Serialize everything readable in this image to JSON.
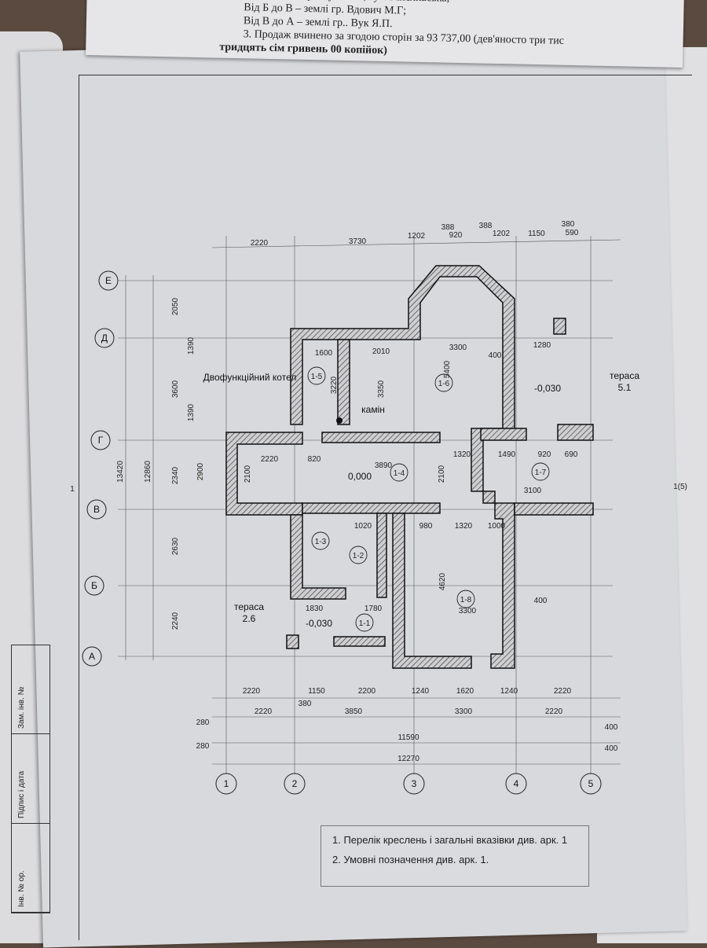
{
  "document_top": {
    "line1": "загального користування , вул. Мисливська;",
    "line2": "Від Б до В – землі гр. Вдович М.Г;",
    "line3": "Від В до А – землі гр.. Вук Я.П.",
    "line4": "3. Продаж вчинено за згодою сторін за 93 737,00 (дев'яносто три тис",
    "line5": "тридцять сім гривень 00 копійок)"
  },
  "plan": {
    "grid_letters": [
      "Е",
      "Д",
      "Г",
      "В",
      "Б",
      "А"
    ],
    "grid_numbers": [
      "1",
      "2",
      "3",
      "4",
      "5"
    ],
    "top_dims": [
      "2220",
      "3730",
      "1202",
      "388",
      "920",
      "388",
      "1202",
      "1150",
      "380",
      "590"
    ],
    "bottom_row1": [
      "2220",
      "1150",
      "2200",
      "1240",
      "1620",
      "1240",
      "2220"
    ],
    "bottom_row2": [
      "280",
      "2220",
      "380",
      "3850",
      "3300",
      "2220",
      "400"
    ],
    "bottom_totals": [
      "11590",
      "12270",
      "280",
      "400"
    ],
    "left_dims": [
      "13420",
      "12860",
      "3600",
      "2340",
      "2630",
      "2240",
      "2050",
      "1390",
      "1390",
      "2900"
    ],
    "rooms": [
      "1-1",
      "1-2",
      "1-3",
      "1-4",
      "1-5",
      "1-6",
      "1-7",
      "1-8"
    ],
    "labels": {
      "boiler": "Двофункційний котел",
      "fireplace": "камін",
      "terrace_left": "тераса",
      "terrace_left_area": "2.6",
      "terrace_right": "тераса",
      "terrace_right_area": "5.1",
      "level_main": "0,000",
      "level_left": "-0,030",
      "level_right": "-0,030",
      "section": "1(5)",
      "section_left": "1"
    },
    "inner_dims": [
      "1600",
      "2010",
      "3300",
      "400",
      "1280",
      "3220",
      "3350",
      "5400",
      "2220",
      "820",
      "3890",
      "1320",
      "1490",
      "920",
      "690",
      "3100",
      "2100",
      "2100",
      "1020",
      "980",
      "1320",
      "1000",
      "4620",
      "3300",
      "1830",
      "1780",
      "400"
    ]
  },
  "stamp": [
    "Зам. інв. №",
    "Підпис і дата",
    "Інв. № ор."
  ],
  "notes": [
    "1. Перелік креслень і загальні вказівки див. арк. 1",
    "2. Умовні позначення див. арк. 1."
  ]
}
